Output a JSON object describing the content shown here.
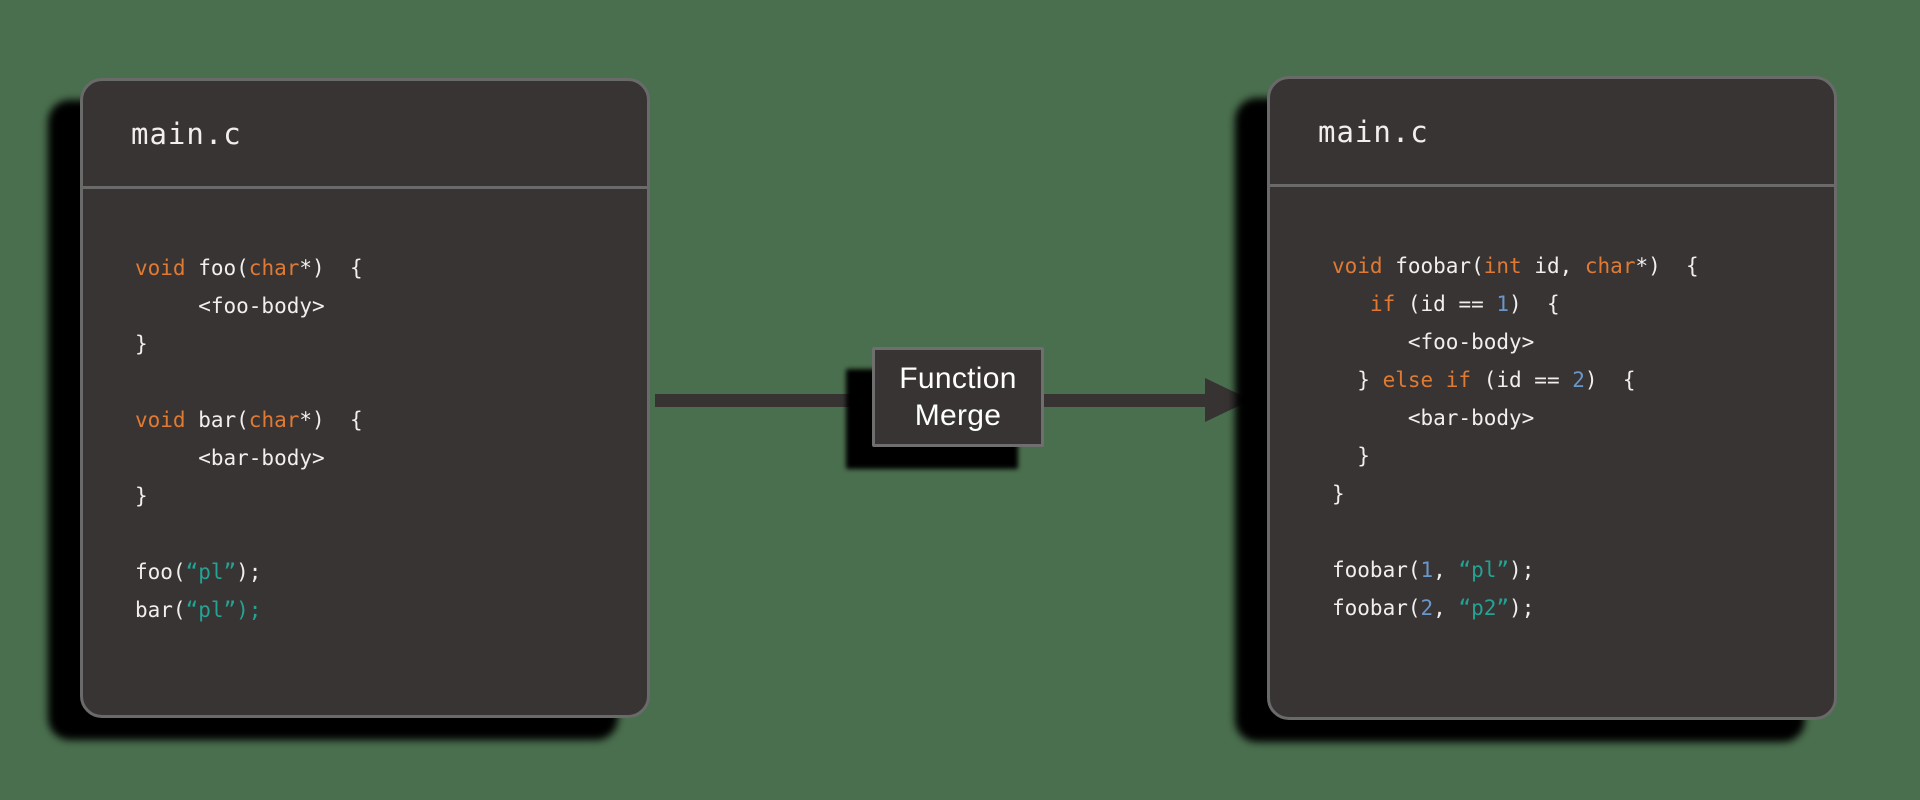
{
  "background_color": "#4a6f4e",
  "colors": {
    "window_bg": "#383434",
    "window_border": "#6a6a6a",
    "shadow": "#000000",
    "arrow": "#373333",
    "code_plain": "#f0eeee",
    "code_keyword": "#e07a33",
    "code_string": "#23a393",
    "code_number": "#6b96c8",
    "title_text": "#f0eeee",
    "merge_box_bg": "#383434",
    "merge_box_border": "#6f6f6f",
    "merge_text": "#ffffff"
  },
  "merge_box": {
    "line1": "Function",
    "line2": "Merge"
  },
  "panels": [
    {
      "title": "main.c",
      "code": [
        [
          [
            "void",
            "kw"
          ],
          [
            " foo(",
            "pl"
          ],
          [
            "char",
            "kw"
          ],
          [
            "*)  {",
            "pl"
          ]
        ],
        [
          [
            "     <foo-body>",
            "pl"
          ]
        ],
        [
          [
            "}",
            "pl"
          ]
        ],
        [],
        [
          [
            "void",
            "kw"
          ],
          [
            " bar(",
            "pl"
          ],
          [
            "char",
            "kw"
          ],
          [
            "*)  {",
            "pl"
          ]
        ],
        [
          [
            "     <bar-body>",
            "pl"
          ]
        ],
        [
          [
            "}",
            "pl"
          ]
        ],
        [],
        [
          [
            "foo(",
            "pl"
          ],
          [
            "“pl”",
            "str"
          ],
          [
            ");",
            "pl"
          ]
        ],
        [
          [
            "bar(",
            "pl"
          ],
          [
            "“pl”);",
            "str"
          ]
        ]
      ]
    },
    {
      "title": "main.c",
      "code": [
        [
          [
            "void",
            "kw"
          ],
          [
            " foobar(",
            "pl"
          ],
          [
            "int",
            "kw"
          ],
          [
            " id, ",
            "pl"
          ],
          [
            "char",
            "kw"
          ],
          [
            "*)  {",
            "pl"
          ]
        ],
        [
          [
            "   ",
            "pl"
          ],
          [
            "if",
            "kw"
          ],
          [
            " (id == ",
            "pl"
          ],
          [
            "1",
            "num"
          ],
          [
            ")  {",
            "pl"
          ]
        ],
        [
          [
            "      <foo-body>",
            "pl"
          ]
        ],
        [
          [
            "  } ",
            "pl"
          ],
          [
            "else if",
            "kw"
          ],
          [
            " (id == ",
            "pl"
          ],
          [
            "2",
            "num"
          ],
          [
            ")  {",
            "pl"
          ]
        ],
        [
          [
            "      <bar-body>",
            "pl"
          ]
        ],
        [
          [
            "  }",
            "pl"
          ]
        ],
        [
          [
            "}",
            "pl"
          ]
        ],
        [],
        [
          [
            "foobar(",
            "pl"
          ],
          [
            "1",
            "num"
          ],
          [
            ", ",
            "pl"
          ],
          [
            "“pl”",
            "str"
          ],
          [
            ");",
            "pl"
          ]
        ],
        [
          [
            "foobar(",
            "pl"
          ],
          [
            "2",
            "num"
          ],
          [
            ", ",
            "pl"
          ],
          [
            "“p2”",
            "str"
          ],
          [
            ");",
            "pl"
          ]
        ]
      ]
    }
  ]
}
